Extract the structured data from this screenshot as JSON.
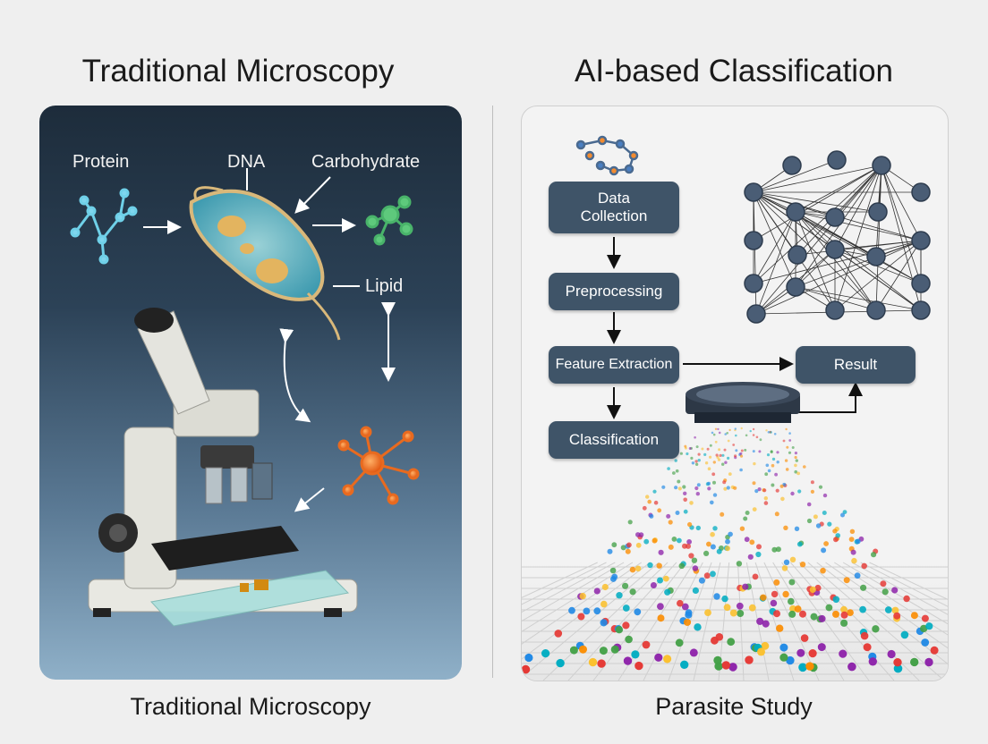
{
  "titles": {
    "left": "Traditional Microscopy",
    "right": "AI-based Classification"
  },
  "captions": {
    "left": "Traditional Microscopy",
    "right": "Parasite Study"
  },
  "left_panel": {
    "labels": {
      "protein": "Protein",
      "dna": "DNA",
      "carbohydrate": "Carbohydrate",
      "lipid": "Lipid"
    }
  },
  "right_panel": {
    "steps": {
      "data_collection": "Data\nCollection",
      "preprocessing": "Preprocessing",
      "feature_extraction": "Feature Extraction",
      "classification": "Classification",
      "result": "Result"
    }
  },
  "colors": {
    "box": "#3f5468",
    "panel_dark": "#1d2c3b",
    "panel_light": "#8fb0c8",
    "node": "#4a5d75"
  }
}
